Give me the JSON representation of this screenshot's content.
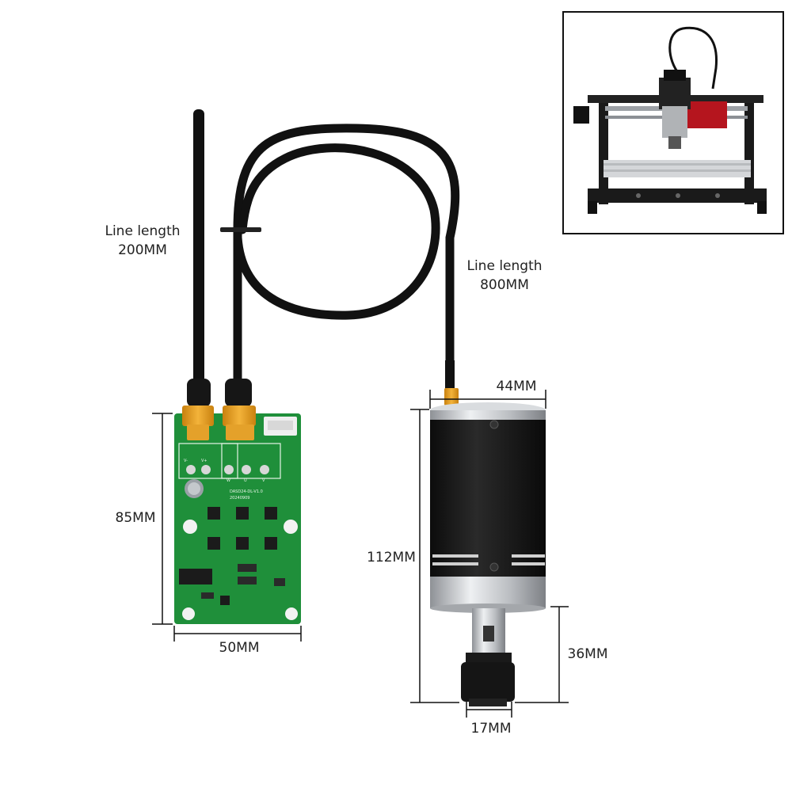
{
  "labels": {
    "line_200_title": "Line length",
    "line_200_value": "200MM",
    "line_800_title": "Line length",
    "line_800_value": "800MM",
    "pcb_height": "85MM",
    "pcb_width": "50MM",
    "spindle_diameter": "44MM",
    "spindle_length": "112MM",
    "shaft_length": "36MM",
    "collet_diameter": "17MM"
  },
  "pcb_silkscreen": {
    "model": "DASD24-DL-V1.0",
    "date": "20240909",
    "pin_left_1": "V-",
    "pin_left_2": "V+",
    "pin_right_1": "W",
    "pin_right_2": "U",
    "pin_right_3": "V"
  },
  "colors": {
    "pcb_green": "#1f8f3a",
    "cable_black": "#111111",
    "connector_yellow": "#e8a21c",
    "spindle_black": "#1a1a1a",
    "spindle_silver": "#c9ccd0"
  }
}
